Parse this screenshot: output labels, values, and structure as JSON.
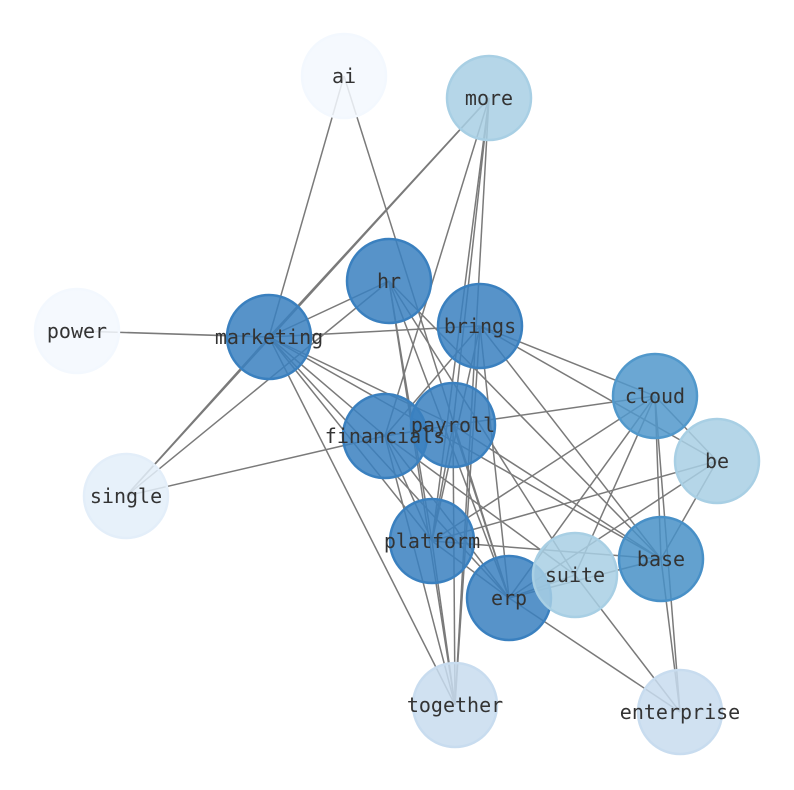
{
  "nodes": [
    {
      "id": "ai",
      "label": "ai",
      "color": "#f3f8fe"
    },
    {
      "id": "more",
      "label": "more",
      "color": "#a8cfe4"
    },
    {
      "id": "power",
      "label": "power",
      "color": "#f3f8fe"
    },
    {
      "id": "marketing",
      "label": "marketing",
      "color": "#3a80bf"
    },
    {
      "id": "hr",
      "label": "hr",
      "color": "#3a80bf"
    },
    {
      "id": "brings",
      "label": "brings",
      "color": "#3a80bf"
    },
    {
      "id": "cloud",
      "label": "cloud",
      "color": "#5198cb"
    },
    {
      "id": "be",
      "label": "be",
      "color": "#a8cfe4"
    },
    {
      "id": "payroll",
      "label": "payroll",
      "color": "#3a80bf"
    },
    {
      "id": "financials",
      "label": "financials",
      "color": "#3a80bf"
    },
    {
      "id": "single",
      "label": "single",
      "color": "#e3eef9"
    },
    {
      "id": "platform",
      "label": "platform",
      "color": "#3a80bf"
    },
    {
      "id": "erp",
      "label": "erp",
      "color": "#3a80bf"
    },
    {
      "id": "suite",
      "label": "suite",
      "color": "#a8cfe4"
    },
    {
      "id": "base",
      "label": "base",
      "color": "#4890c7"
    },
    {
      "id": "together",
      "label": "together",
      "color": "#c8dcef"
    },
    {
      "id": "enterprise",
      "label": "enterprise",
      "color": "#c8dcef"
    }
  ],
  "edges": [
    [
      "ai",
      "marketing"
    ],
    [
      "ai",
      "erp"
    ],
    [
      "more",
      "marketing"
    ],
    [
      "more",
      "single"
    ],
    [
      "more",
      "financials"
    ],
    [
      "more",
      "platform"
    ],
    [
      "more",
      "together"
    ],
    [
      "more",
      "payroll"
    ],
    [
      "power",
      "marketing"
    ],
    [
      "marketing",
      "hr"
    ],
    [
      "marketing",
      "brings"
    ],
    [
      "marketing",
      "single"
    ],
    [
      "marketing",
      "financials"
    ],
    [
      "marketing",
      "payroll"
    ],
    [
      "marketing",
      "platform"
    ],
    [
      "marketing",
      "together"
    ],
    [
      "marketing",
      "base"
    ],
    [
      "marketing",
      "erp"
    ],
    [
      "hr",
      "single"
    ],
    [
      "hr",
      "platform"
    ],
    [
      "hr",
      "erp"
    ],
    [
      "hr",
      "base"
    ],
    [
      "hr",
      "together"
    ],
    [
      "hr",
      "suite"
    ],
    [
      "brings",
      "financials"
    ],
    [
      "brings",
      "platform"
    ],
    [
      "brings",
      "erp"
    ],
    [
      "brings",
      "cloud"
    ],
    [
      "brings",
      "be"
    ],
    [
      "brings",
      "base"
    ],
    [
      "brings",
      "together"
    ],
    [
      "cloud",
      "payroll"
    ],
    [
      "cloud",
      "platform"
    ],
    [
      "cloud",
      "erp"
    ],
    [
      "cloud",
      "suite"
    ],
    [
      "cloud",
      "base"
    ],
    [
      "cloud",
      "enterprise"
    ],
    [
      "cloud",
      "be"
    ],
    [
      "be",
      "platform"
    ],
    [
      "be",
      "erp"
    ],
    [
      "be",
      "base"
    ],
    [
      "payroll",
      "financials"
    ],
    [
      "payroll",
      "platform"
    ],
    [
      "payroll",
      "erp"
    ],
    [
      "payroll",
      "together"
    ],
    [
      "payroll",
      "base"
    ],
    [
      "financials",
      "single"
    ],
    [
      "financials",
      "platform"
    ],
    [
      "financials",
      "erp"
    ],
    [
      "financials",
      "together"
    ],
    [
      "financials",
      "suite"
    ],
    [
      "platform",
      "base"
    ],
    [
      "platform",
      "erp"
    ],
    [
      "platform",
      "together"
    ],
    [
      "erp",
      "suite"
    ],
    [
      "erp",
      "base"
    ],
    [
      "erp",
      "enterprise"
    ],
    [
      "suite",
      "enterprise"
    ],
    [
      "base",
      "enterprise"
    ]
  ]
}
